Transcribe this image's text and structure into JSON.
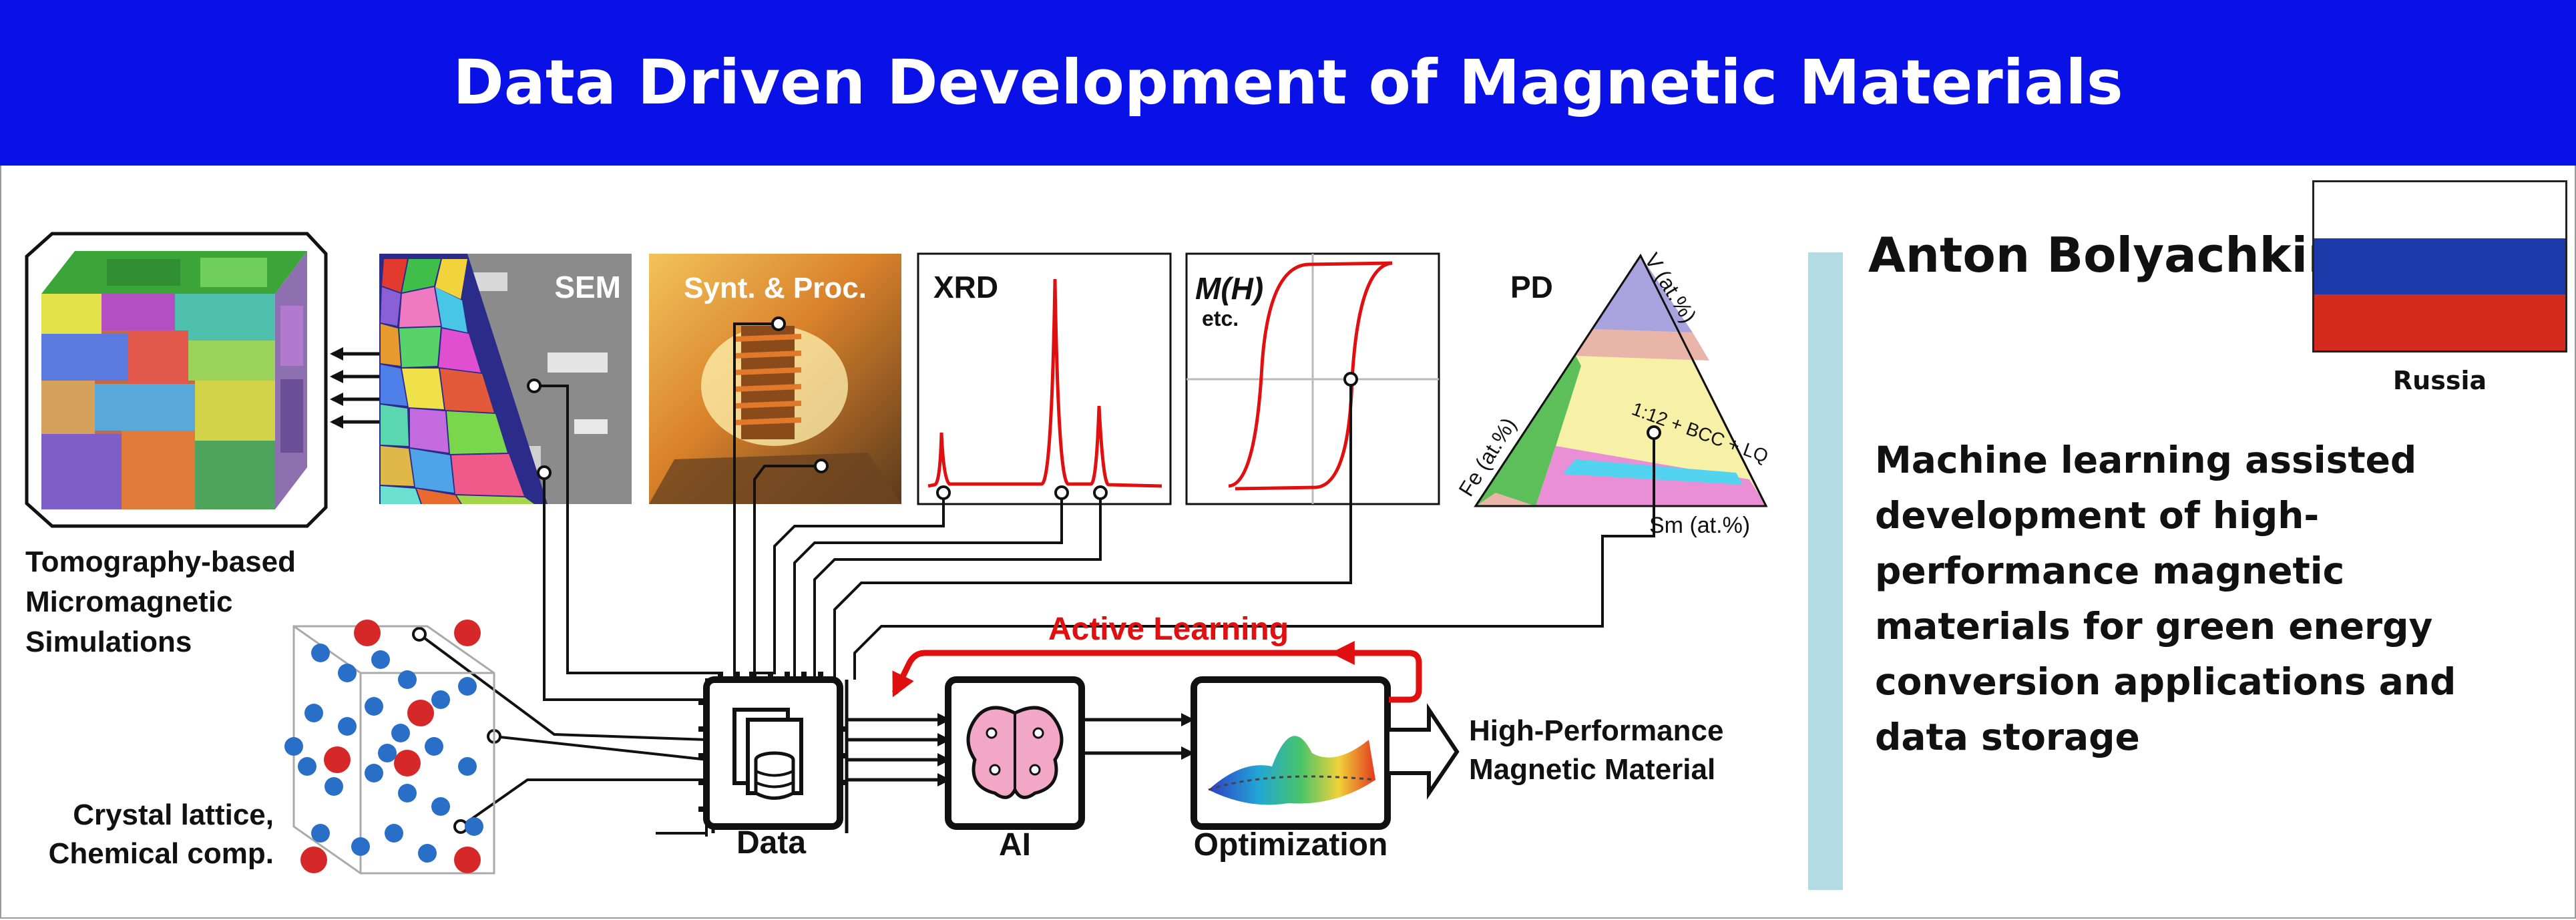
{
  "header": {
    "title": "Data Driven Development of Magnetic Materials"
  },
  "figure": {
    "panels": {
      "sem": "SEM",
      "synthesis": "Synt. & Proc.",
      "xrd": "XRD",
      "mh": "M(H)",
      "mh_sub": "etc.",
      "pd": "PD",
      "pd_phase": "1:12 + BCC + LQ",
      "pd_axis_v": "V (at.%)",
      "pd_axis_fe": "Fe (at.%)",
      "pd_axis_sm": "Sm (at.%)"
    },
    "tomography_label": [
      "Tomography-based",
      "Micromagnetic",
      "Simulations"
    ],
    "crystal_label": [
      "Crystal lattice,",
      "Chemical comp."
    ],
    "active_learning": "Active Learning",
    "blocks": {
      "data": "Data",
      "ai": "AI",
      "optimization": "Optimization"
    },
    "output_label": [
      "High-Performance",
      "Magnetic Material"
    ]
  },
  "presenter": {
    "name": "Anton Bolyachkin",
    "country": "Russia",
    "flag_colors": [
      "#ffffff",
      "#1c3aa9",
      "#d52b1e"
    ],
    "description": "Machine learning assisted development of high-performance magnetic materials for green energy conversion applications and data storage"
  },
  "colors": {
    "banner": "#0a11e6",
    "accent_bar": "#b4dbe3",
    "active_learning": "#e01010"
  }
}
